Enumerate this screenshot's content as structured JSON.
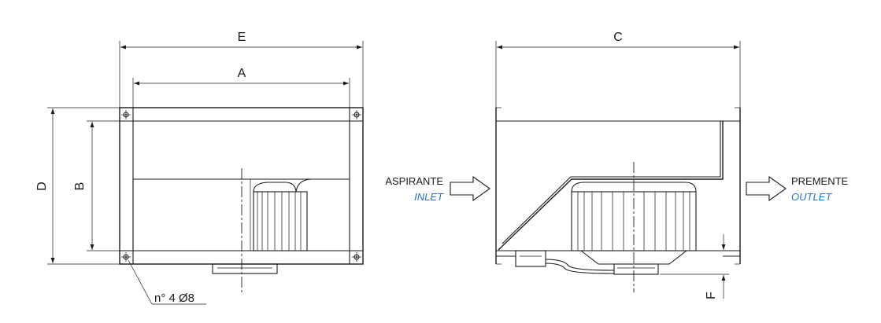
{
  "dimensions": {
    "E": "E",
    "A": "A",
    "D": "D",
    "B": "B",
    "C": "C",
    "F": "F"
  },
  "holes_note": "n° 4 Ø8",
  "inlet": {
    "it": "ASPIRANTE",
    "en": "INLET"
  },
  "outlet": {
    "it": "PREMENTE",
    "en": "OUTLET"
  },
  "colors": {
    "line": "#1a1a1a",
    "english_label": "#2a76b8"
  }
}
